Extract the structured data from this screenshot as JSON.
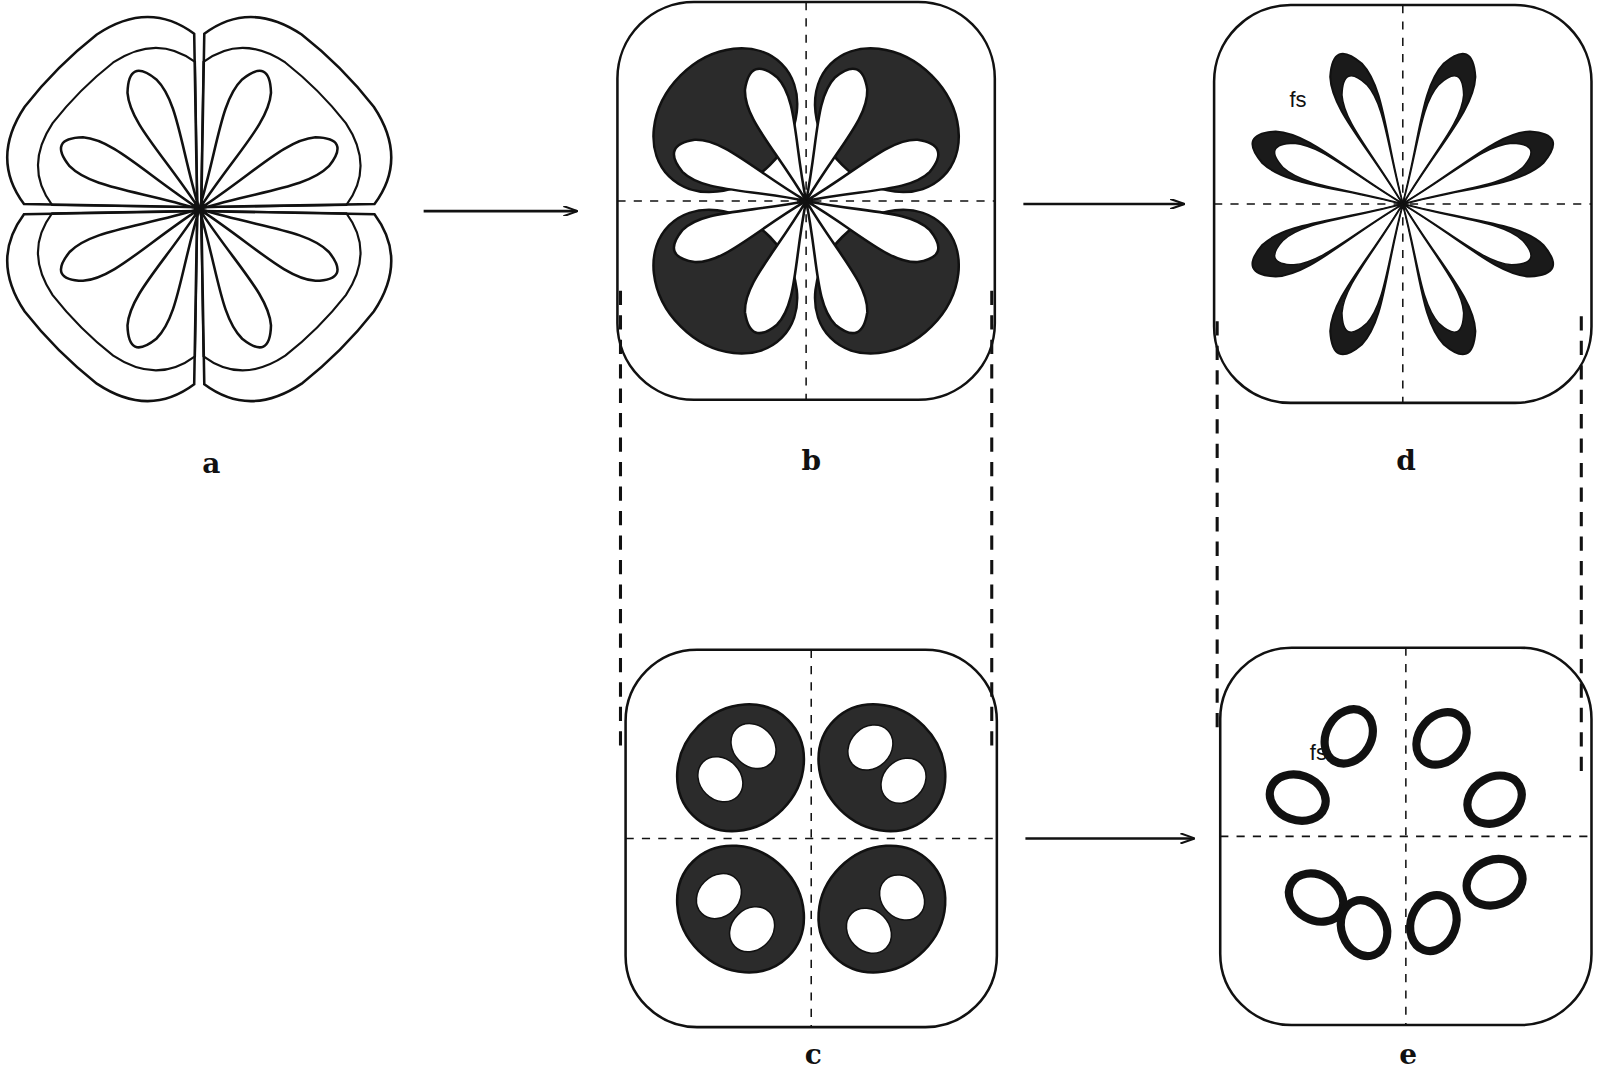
{
  "diagram": {
    "labels": [
      "a",
      "b",
      "d",
      "c",
      "e",
      "fs",
      "fs"
    ]
  }
}
